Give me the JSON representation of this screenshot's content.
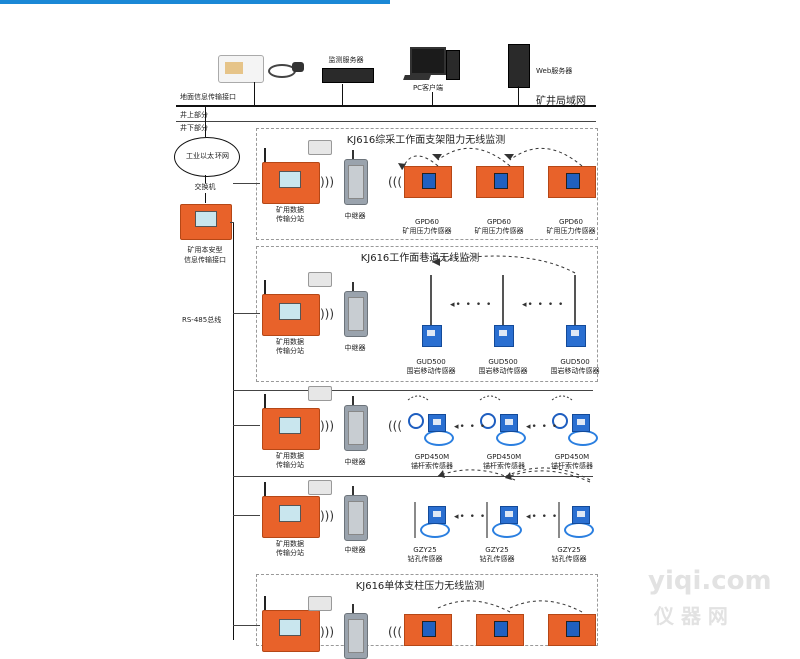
{
  "top": {
    "monitor_server": "监测服务器",
    "pc_client": "PC客户端",
    "web_server": "Web服务器",
    "ground_interface": "地面信息传输接口",
    "mine_lan": "矿井局域网",
    "above_ground": "井上部分",
    "below_ground": "井下部分"
  },
  "left": {
    "ring_network_line1": "工业以太",
    "ring_network_line2": "环网",
    "switch": "交换机",
    "interface_line1": "矿用本安型",
    "interface_line2": "信息传输接口",
    "rs485": "RS-485总线"
  },
  "common": {
    "substation_line1": "矿用数据",
    "substation_line2": "传输分站",
    "repeater": "中继器"
  },
  "section1": {
    "title": "KJ616综采工作面支架阻力无线监测",
    "s1_model": "GPD60",
    "s1_type": "矿用压力传感器",
    "s2_model": "GPD60",
    "s2_type": "矿用压力传感器",
    "s3_model": "GPD60",
    "s3_type": "矿用压力传感器"
  },
  "section2": {
    "title": "KJ616工作面巷道无线监测",
    "s1_model": "GUD500",
    "s1_type": "围岩移动传感器",
    "s2_model": "GUD500",
    "s2_type": "围岩移动传感器",
    "s3_model": "GUD500",
    "s3_type": "围岩移动传感器"
  },
  "section3": {
    "s1_model": "GPD450M",
    "s1_type": "锚杆索传感器",
    "s2_model": "GPD450M",
    "s2_type": "锚杆索传感器",
    "s3_model": "GPD450M",
    "s3_type": "锚杆索传感器"
  },
  "section4": {
    "s1_model": "GZY25",
    "s1_type": "钻孔传感器",
    "s2_model": "GZY25",
    "s2_type": "钻孔传感器",
    "s3_model": "GZY25",
    "s3_type": "钻孔传感器"
  },
  "section5": {
    "title": "KJ616单体支柱压力无线监测"
  },
  "watermark": {
    "latin": "yiqi.com",
    "cjk": "仪 器 网"
  },
  "colors": {
    "accent_bar": "#1a88d6",
    "device_orange": "#e8622a",
    "sensor_blue": "#2a6fd1"
  }
}
